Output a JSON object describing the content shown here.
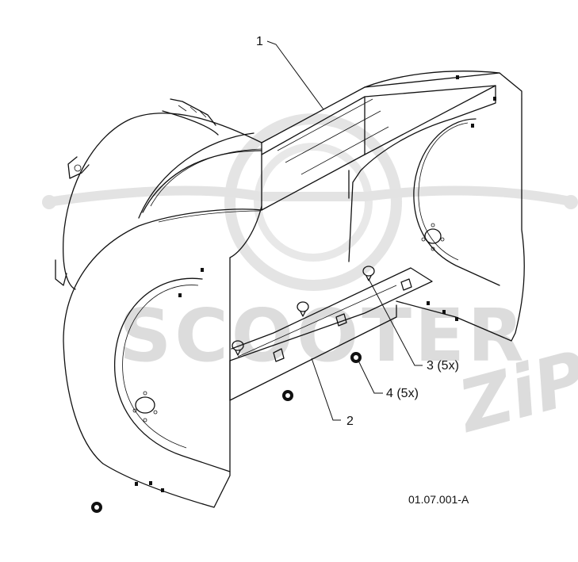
{
  "watermark": {
    "brand": "SCOOTER",
    "script": "ZiP"
  },
  "callouts": [
    {
      "id": "1",
      "label": "1"
    },
    {
      "id": "2",
      "label": "2"
    },
    {
      "id": "3",
      "label": "3 (5x)"
    },
    {
      "id": "4",
      "label": "4 (5x)"
    }
  ],
  "reference_code": "01.07.001-A"
}
